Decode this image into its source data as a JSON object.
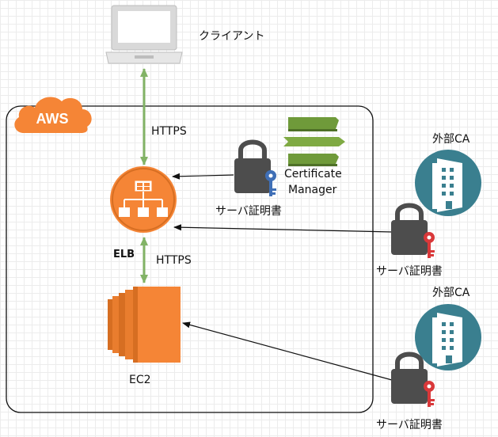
{
  "diagram": {
    "client_label": "クライアント",
    "aws_badge": "AWS",
    "https_top": "HTTPS",
    "https_bottom": "HTTPS",
    "elb_label": "ELB",
    "ec2_label": "EC2",
    "acm_label_line1": "Certificate",
    "acm_label_line2": "Manager",
    "acm_cert_label": "サーバ証明書",
    "external_ca_1": {
      "ca_label": "外部CA",
      "cert_label": "サーバ証明書"
    },
    "external_ca_2": {
      "ca_label": "外部CA",
      "cert_label": "サーバ証明書"
    }
  },
  "colors": {
    "aws_orange": "#F58536",
    "arrow_green": "#82B366",
    "ca_teal": "#3A7F8F",
    "acm_green": "#6F9A3A",
    "key_blue": "#3F6FB6",
    "key_red": "#D9383A",
    "lock_gray": "#4D4D4D"
  }
}
